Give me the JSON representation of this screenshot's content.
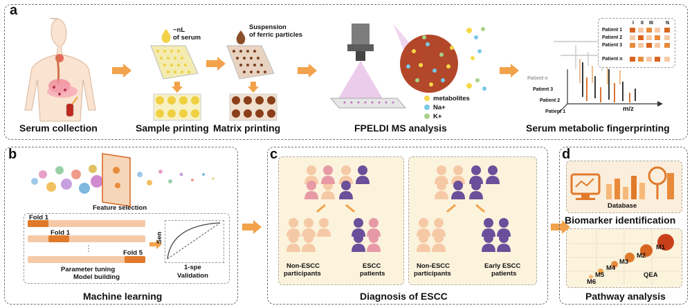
{
  "panels": {
    "a": {
      "label": "a"
    },
    "b": {
      "label": "b"
    },
    "c": {
      "label": "c"
    },
    "d": {
      "label": "d"
    }
  },
  "panel_a": {
    "serum_collection": "Serum collection",
    "sample_printing": "Sample printing",
    "matrix_printing": "Matrix printing",
    "fpeldi": "FPELDI MS analysis",
    "fingerprinting": "Serum metabolic fingerprinting",
    "nl_line1": "~nL",
    "nl_line2": "of serum",
    "susp_line1": "Suspension",
    "susp_line2": "of ferric particles",
    "metabolites": "metabolites",
    "na": "Na+",
    "k": "K+",
    "mz": "m/z",
    "patients_spectra": [
      "Patient n",
      "Patient 3",
      "Patient 2",
      "Patient 1"
    ],
    "table_rows": [
      "Patient 1",
      "Patient 2",
      "Patient 3",
      "Patient n"
    ],
    "table_cols": [
      "I",
      "II",
      "III",
      "N"
    ]
  },
  "panel_b": {
    "feature_selection": "Feature selection",
    "fold1a": "Fold 1",
    "fold1b": "Fold 1",
    "fold5": "Fold 5",
    "sen": "Sen",
    "spe": "1-spe",
    "validation": "Validation",
    "param_tuning": "Parameter tuning",
    "model_building": "Model building",
    "caption": "Machine learning"
  },
  "panel_c": {
    "left_a1": "Non-ESCC",
    "left_a2": "participants",
    "left_b1": "ESCC",
    "left_b2": "patients",
    "right_a1": "Non-ESCC",
    "right_a2": "participants",
    "right_b1": "Early ESCC",
    "right_b2": "patients",
    "caption": "Diagnosis of ESCC"
  },
  "panel_d": {
    "database": "Database",
    "biomarker": "Biomarker identification",
    "qea": "QEA",
    "modules": [
      "M1",
      "M2",
      "M3",
      "M4",
      "M5",
      "M6"
    ],
    "caption": "Pathway analysis"
  },
  "colors": {
    "orange": "#f2a24a",
    "dark_orange": "#d9641f",
    "purple": "#6b4f9a",
    "pink": "#e79aa6",
    "peach": "#f6c9a6",
    "panel_bg": "#fbf3dc"
  }
}
